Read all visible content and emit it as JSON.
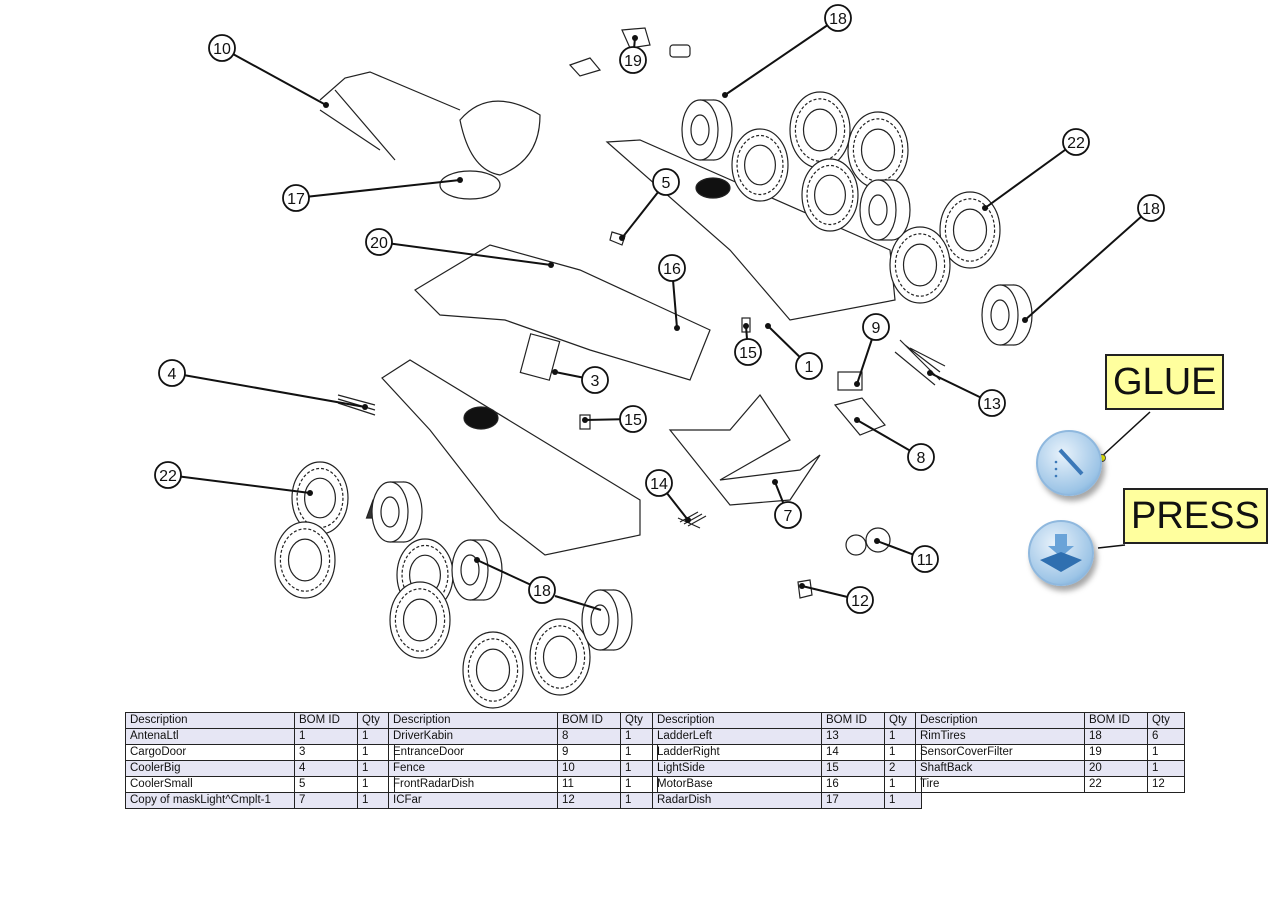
{
  "balloons": [
    "10",
    "17",
    "19",
    "18",
    "22",
    "18",
    "5",
    "20",
    "16",
    "15",
    "1",
    "9",
    "13",
    "8",
    "4",
    "3",
    "15",
    "22",
    "14",
    "7",
    "11",
    "12",
    "18"
  ],
  "callouts": {
    "glue": "GLUE",
    "press": "PRESS"
  },
  "tools": {
    "glue_icon": "glue-tool-icon",
    "press_icon": "press-tool-icon"
  },
  "bom_headers": [
    "Description",
    "BOM ID",
    "Qty"
  ],
  "bom_tables": [
    {
      "rows": [
        [
          "AntenaLtl",
          "1",
          "1"
        ],
        [
          "CargoDoor",
          "3",
          "1"
        ],
        [
          "CoolerBig",
          "4",
          "1"
        ],
        [
          "CoolerSmall",
          "5",
          "1"
        ],
        [
          "Copy of maskLight^Cmplt-1",
          "7",
          "1"
        ]
      ]
    },
    {
      "rows": [
        [
          "DriverKabin",
          "8",
          "1"
        ],
        [
          "EntranceDoor",
          "9",
          "1"
        ],
        [
          "Fence",
          "10",
          "1"
        ],
        [
          "FrontRadarDish",
          "11",
          "1"
        ],
        [
          "ICFar",
          "12",
          "1"
        ]
      ]
    },
    {
      "rows": [
        [
          "LadderLeft",
          "13",
          "1"
        ],
        [
          "LadderRight",
          "14",
          "1"
        ],
        [
          "LightSide",
          "15",
          "2"
        ],
        [
          "MotorBase",
          "16",
          "1"
        ],
        [
          "RadarDish",
          "17",
          "1"
        ]
      ]
    },
    {
      "rows": [
        [
          "RimTires",
          "18",
          "6"
        ],
        [
          "SensorCoverFilter",
          "19",
          "1"
        ],
        [
          "ShaftBack",
          "20",
          "1"
        ],
        [
          "Tire",
          "22",
          "12"
        ]
      ]
    }
  ]
}
